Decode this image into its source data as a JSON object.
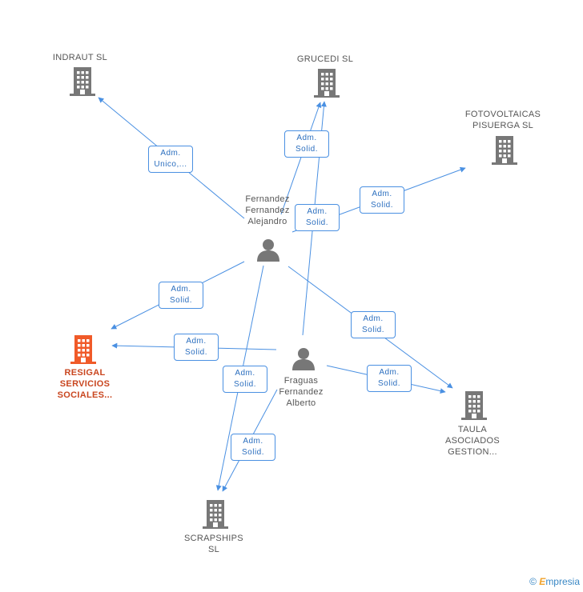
{
  "companies": [
    {
      "id": "indraut",
      "lines": [
        "INDRAUT SL"
      ],
      "focus": false
    },
    {
      "id": "grucedi",
      "lines": [
        "GRUCEDI SL"
      ],
      "focus": false
    },
    {
      "id": "fotovoltaicas",
      "lines": [
        "FOTOVOLTAICAS",
        "PISUERGA SL"
      ],
      "focus": false
    },
    {
      "id": "resigal",
      "lines": [
        "RESIGAL",
        "SERVICIOS",
        "SOCIALES..."
      ],
      "focus": true
    },
    {
      "id": "taula",
      "lines": [
        "TAULA",
        "ASOCIADOS",
        "GESTION..."
      ],
      "focus": false
    },
    {
      "id": "scrapships",
      "lines": [
        "SCRAPSHIPS",
        "SL"
      ],
      "focus": false
    }
  ],
  "people": [
    {
      "id": "fernandez",
      "lines": [
        "Fernandez",
        "Fernandez",
        "Alejandro"
      ]
    },
    {
      "id": "fraguas",
      "lines": [
        "Fraguas",
        "Fernandez",
        "Alberto"
      ]
    }
  ],
  "edges": [
    {
      "from": "fernandez",
      "to": "indraut",
      "label": [
        "Adm.",
        "Unico,..."
      ]
    },
    {
      "from": "fernandez",
      "to": "grucedi",
      "label": [
        "Adm.",
        "Solid."
      ]
    },
    {
      "from": "fernandez",
      "to": "fotovoltaicas",
      "label": [
        "Adm.",
        "Solid."
      ]
    },
    {
      "from": "fernandez",
      "to": "resigal",
      "label": [
        "Adm.",
        "Solid."
      ]
    },
    {
      "from": "fernandez",
      "to": "taula",
      "label": [
        "Adm.",
        "Solid."
      ]
    },
    {
      "from": "fernandez",
      "to": "scrapships",
      "label": [
        "Adm.",
        "Solid."
      ]
    },
    {
      "from": "fraguas",
      "to": "grucedi",
      "label": [
        "Adm.",
        "Solid."
      ]
    },
    {
      "from": "fraguas",
      "to": "resigal",
      "label": [
        "Adm.",
        "Solid."
      ]
    },
    {
      "from": "fraguas",
      "to": "taula",
      "label": [
        "Adm.",
        "Solid."
      ]
    },
    {
      "from": "fraguas",
      "to": "scrapships",
      "label": [
        "Adm.",
        "Solid."
      ]
    }
  ],
  "colors": {
    "edge": "#4a90e2",
    "building": "#777777",
    "building_focus": "#f05a28",
    "person": "#777777"
  },
  "footer": {
    "copyright": "©",
    "brand_initial": "E",
    "brand_rest": "mpresia"
  }
}
